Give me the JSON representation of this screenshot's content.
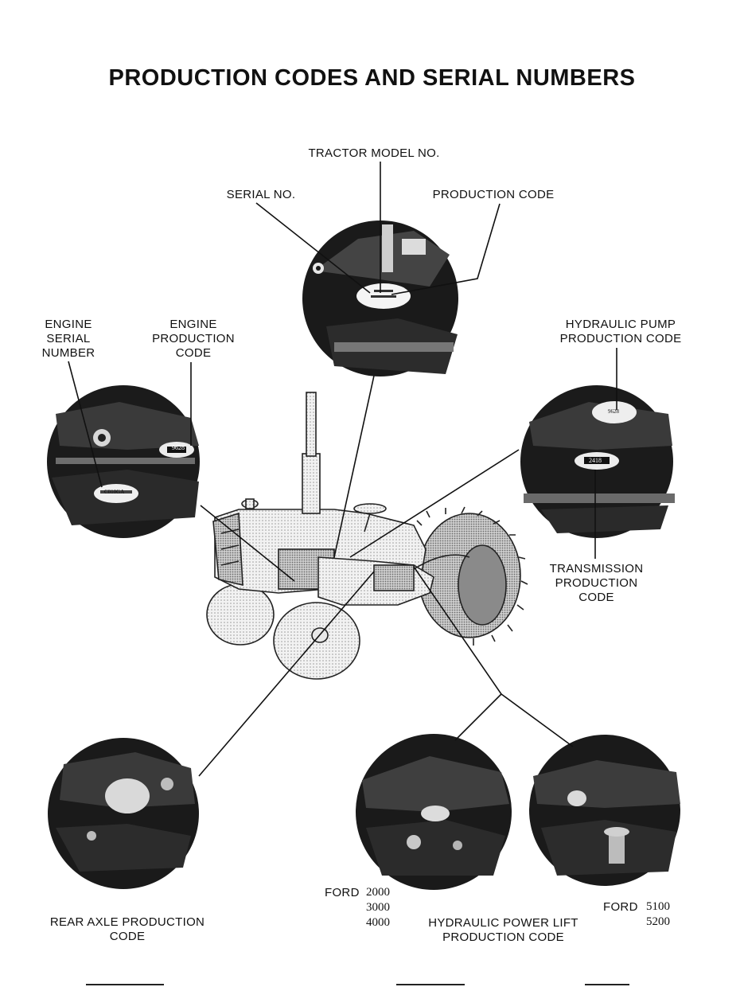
{
  "title": "PRODUCTION CODES AND SERIAL NUMBERS",
  "labels": {
    "tractor_model": "TRACTOR MODEL NO.",
    "serial_no": "SERIAL NO.",
    "production_code": "PRODUCTION CODE",
    "engine_serial": [
      "ENGINE",
      "SERIAL",
      "NUMBER"
    ],
    "engine_production": [
      "ENGINE",
      "PRODUCTION",
      "CODE"
    ],
    "hydraulic_pump": [
      "HYDRAULIC PUMP",
      "PRODUCTION CODE"
    ],
    "transmission": [
      "TRANSMISSION",
      "PRODUCTION",
      "CODE"
    ],
    "rear_axle": [
      "REAR AXLE PRODUCTION",
      "CODE"
    ],
    "power_lift": [
      "HYDRAULIC POWER LIFT",
      "PRODUCTION CODE"
    ]
  },
  "models": {
    "small": {
      "brand": "FORD",
      "numbers": [
        "2000",
        "3000",
        "4000"
      ]
    },
    "large": {
      "brand": "FORD",
      "numbers": [
        "5100",
        "5200"
      ]
    }
  },
  "plate_codes": {
    "engine_serial": "C010GA",
    "engine_production": "9628",
    "hydraulic_pump": "9628",
    "transmission": "2418"
  }
}
